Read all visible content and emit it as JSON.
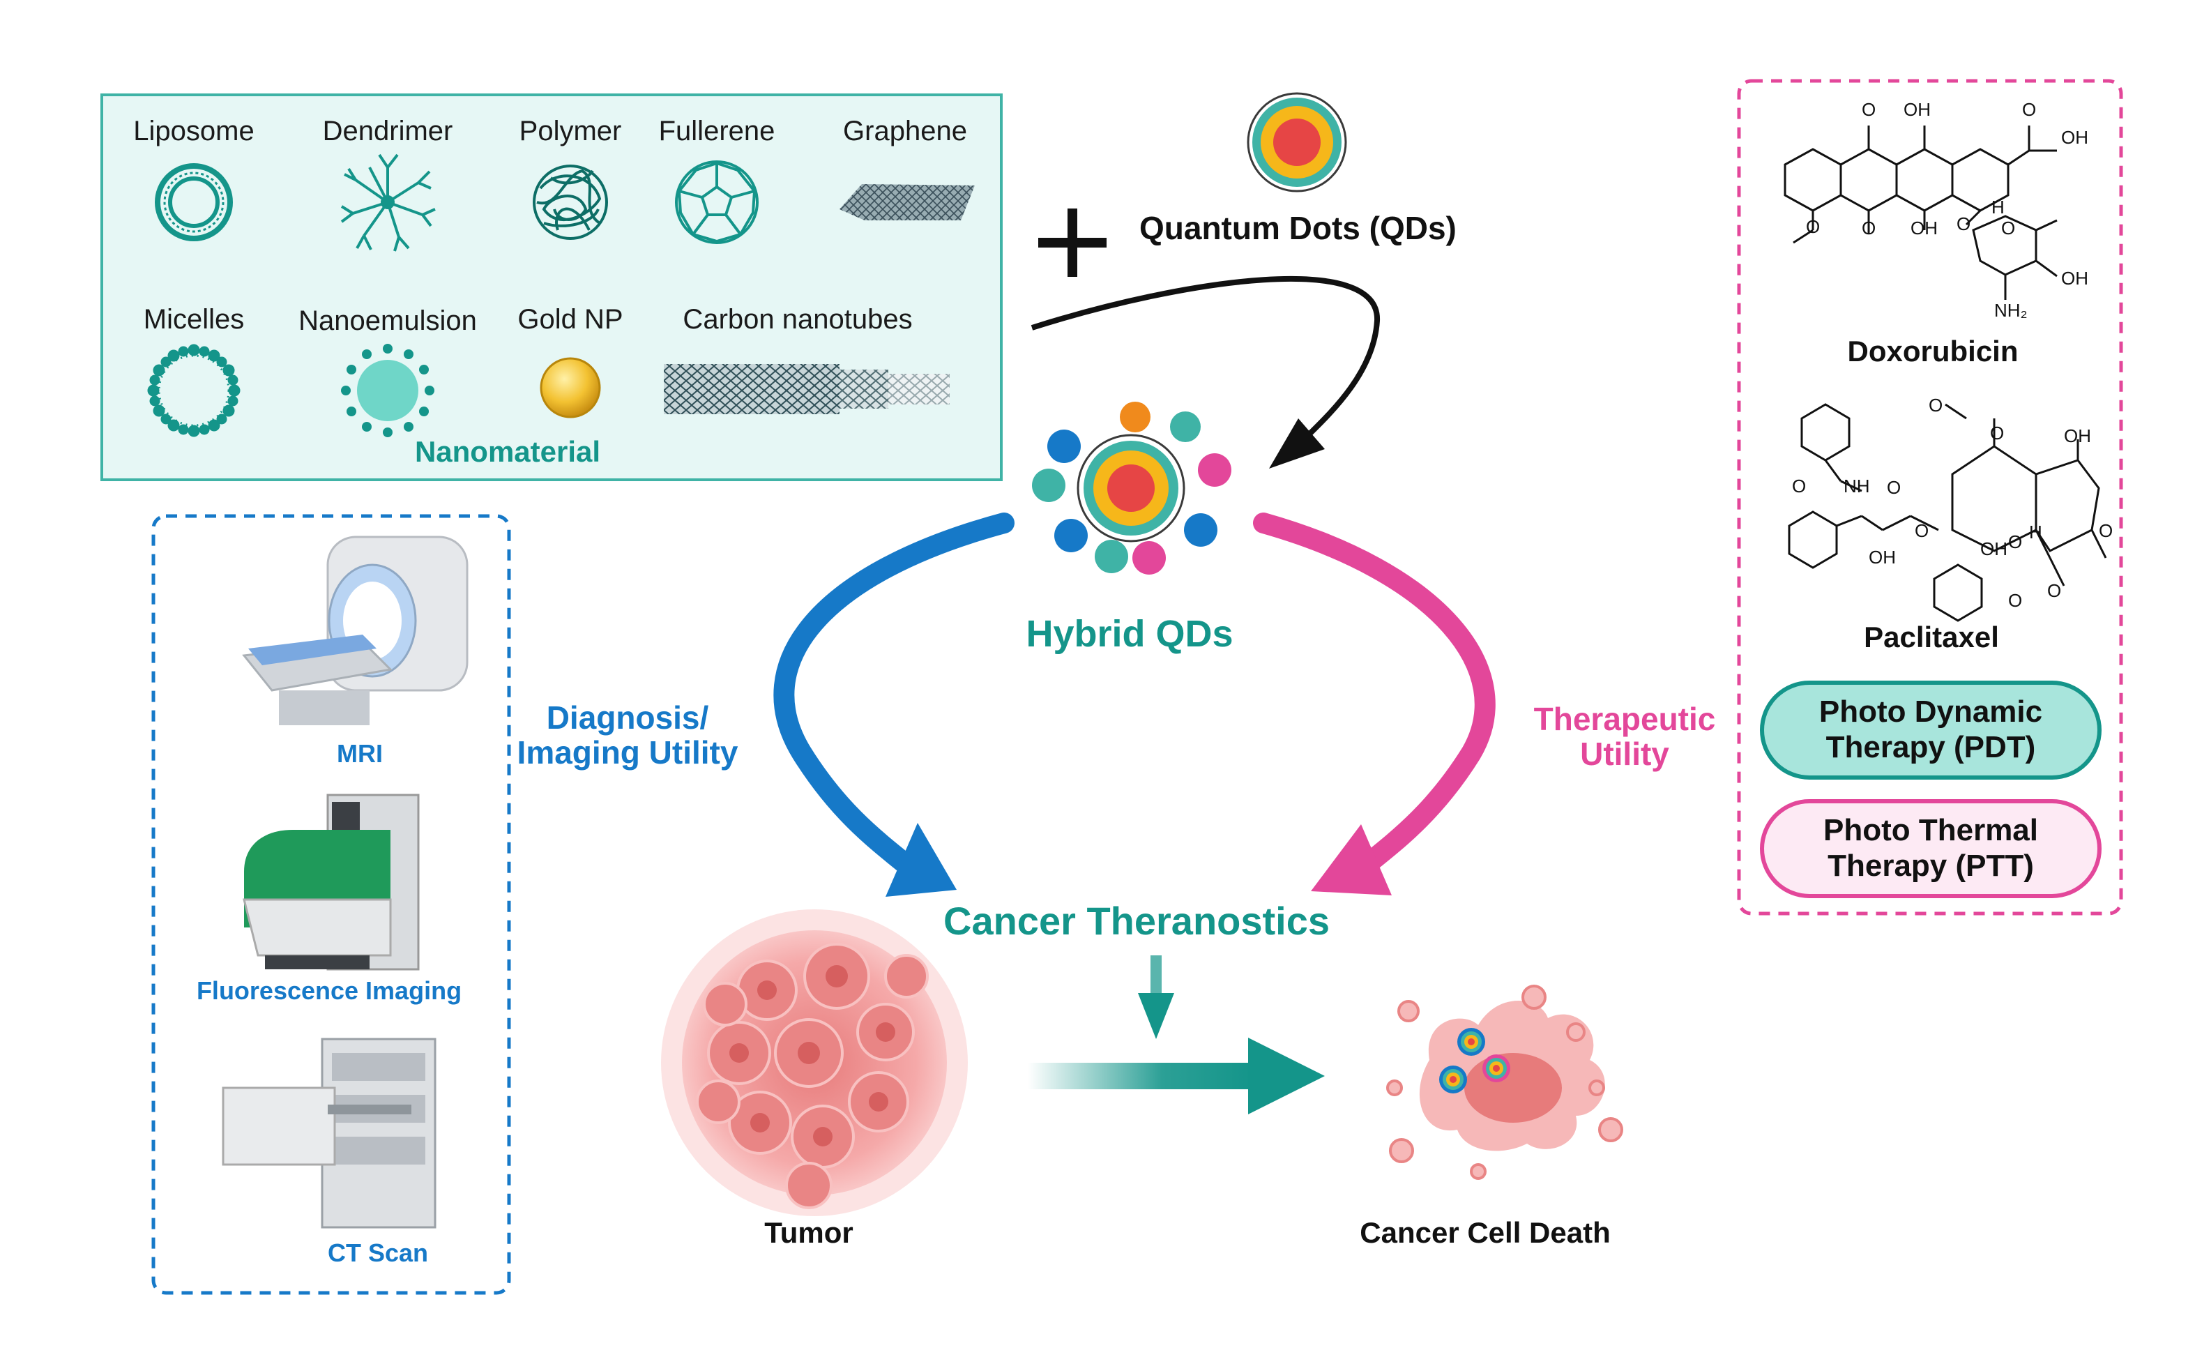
{
  "nanomaterial": {
    "title": "Nanomaterial",
    "items_row1": [
      "Liposome",
      "Dendrimer",
      "Polymer",
      "Fullerene",
      "Graphene"
    ],
    "items_row2": [
      "Micelles",
      "Nanoemulsion",
      "Gold NP",
      "Carbon nanotubes"
    ]
  },
  "plus_sign": "+",
  "quantum_dots": "Quantum Dots (QDs)",
  "hybrid_qds": "Hybrid QDs",
  "diagnosis": {
    "line1": "Diagnosis/",
    "line2": "Imaging Utility"
  },
  "therapeutic": {
    "line1": "Therapeutic",
    "line2": "Utility"
  },
  "cancer_theranostics": "Cancer Theranostics",
  "imaging": {
    "mri": "MRI",
    "fluorescence": "Fluorescence Imaging",
    "ct": "CT Scan"
  },
  "tumor": "Tumor",
  "cancer_cell_death": "Cancer Cell Death",
  "drugs": {
    "doxorubicin": "Doxorubicin",
    "paclitaxel": "Paclitaxel",
    "doxo_atoms": {
      "o1": "O",
      "oh1": "OH",
      "o2": "O",
      "oh2": "OH",
      "ome": "O",
      "o3": "O",
      "oh3": "OH",
      "h": "H",
      "o4": "O",
      "o5": "O",
      "oh4": "OH",
      "nh2": "NH₂"
    },
    "pacl_atoms": {
      "o1": "O",
      "o2": "O",
      "oh1": "OH",
      "nh": "NH",
      "o3": "O",
      "o4": "O",
      "oh2": "OH",
      "oh3": "OH",
      "h": "H",
      "o5": "O",
      "o6": "O",
      "o7": "O",
      "o8": "O",
      "o9": "O"
    }
  },
  "therapy": {
    "pdt": {
      "line1": "Photo Dynamic",
      "line2": "Therapy (PDT)"
    },
    "ptt": {
      "line1": "Photo Thermal",
      "line2": "Therapy (PTT)"
    }
  },
  "colors": {
    "teal": "#14958a",
    "blue": "#1679c8",
    "pink": "#e3479a",
    "nanomaterial_box_bg": "#e6f7f5",
    "tumor_pink": "#f2a4a4"
  }
}
